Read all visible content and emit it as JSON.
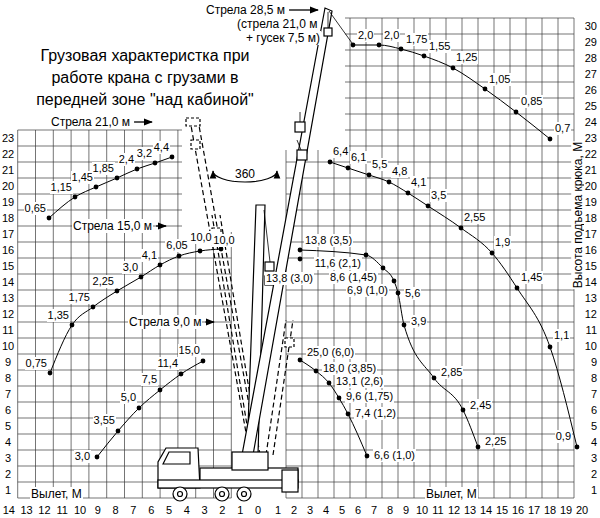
{
  "diagram": {
    "title": "Грузовая характеристка при работе крана с грузами в передней зоне \"над кабиной\"",
    "labels": [
      "Стрела 28,5 м",
      "(стрела 21,0 м",
      "+ гусек 7,5 м)",
      "Стрела 21,0 м",
      "Стрела 15,0 м",
      "Стрела 9,0 м",
      "360",
      "Вылет, М",
      "Вылет, М",
      "Высота подъема крюка, М",
      "0,65",
      "1,15",
      "1,45",
      "1,85",
      "2,4",
      "3,2",
      "4,4",
      "0,75",
      "1,35",
      "1,75",
      "2,25",
      "3,0",
      "4,1",
      "6,05",
      "10,0",
      "10,0",
      "3,0",
      "3,55",
      "5,0",
      "7,5",
      "11,4",
      "15,0",
      "2,0",
      "2,0",
      "1,75",
      "1,55",
      "1,25",
      "1,05",
      "0,85",
      "0,7",
      "6,4",
      "6,1",
      "5,5",
      "4,8",
      "4,1",
      "3,5",
      "2,55",
      "1,9",
      "1,45",
      "1,1",
      "0,9",
      "13,8 (3,5)",
      "13,8 (3,0)",
      "11,6 (2,1)",
      "8,6 (1,45)",
      "6,9 (1,0)",
      "5,6",
      "3,9",
      "2,85",
      "2,45",
      "2,25",
      "25,0 (6,0)",
      "18,0 (3,85)",
      "13,1 (2,6)",
      "9,6 (1,75)",
      "7,4 (1,2)",
      "6,6 (1,0)",
      "1",
      "2",
      "3",
      "4",
      "5",
      "6",
      "7",
      "8",
      "9",
      "10",
      "11",
      "12",
      "13",
      "14",
      "15",
      "16",
      "17",
      "18",
      "19",
      "20",
      "21",
      "22",
      "23",
      "14",
      "13",
      "12",
      "11",
      "10",
      "9",
      "8",
      "7",
      "6",
      "5",
      "4",
      "3",
      "2",
      "1",
      "0",
      "1",
      "2",
      "3",
      "4",
      "5",
      "6",
      "7",
      "8",
      "9",
      "10",
      "11",
      "12",
      "13",
      "14",
      "15",
      "16",
      "17",
      "18",
      "19",
      "20",
      "1",
      "2",
      "3",
      "4",
      "5",
      "6",
      "7",
      "8",
      "9",
      "10",
      "11",
      "12",
      "13",
      "14",
      "15",
      "16",
      "17",
      "18",
      "19",
      "20",
      "21",
      "22",
      "23",
      "24",
      "25",
      "26",
      "27",
      "28",
      "29",
      "30"
    ]
  }
}
